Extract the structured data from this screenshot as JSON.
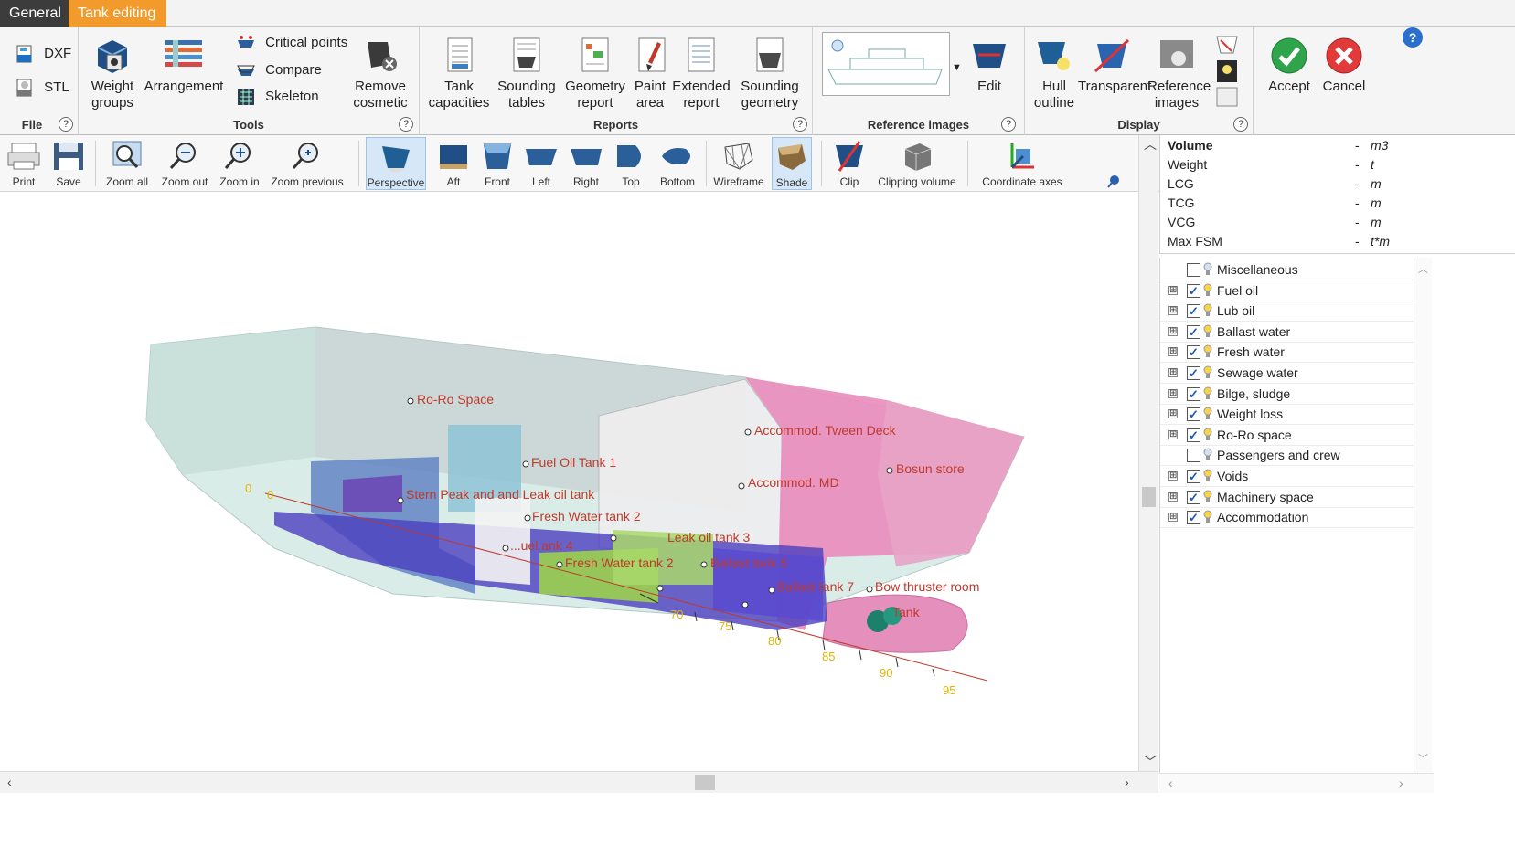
{
  "tabs": [
    {
      "label": "General"
    },
    {
      "label": "Tank editing"
    }
  ],
  "ribbon": {
    "file": {
      "dxf": "DXF",
      "stl": "STL",
      "label": "File"
    },
    "tools": {
      "weight_groups": "Weight groups",
      "arrangement": "Arrangement",
      "critical_points": "Critical points",
      "compare": "Compare",
      "skeleton": "Skeleton",
      "remove_cosmetic": "Remove cosmetic",
      "label": "Tools"
    },
    "reports": {
      "tank_capacities": "Tank capacities",
      "sounding_tables": "Sounding tables",
      "geometry_report": "Geometry report",
      "paint_area": "Paint area",
      "extended_report": "Extended report",
      "sounding_geometry": "Sounding geometry",
      "label": "Reports"
    },
    "reference_images": {
      "edit": "Edit",
      "label": "Reference images"
    },
    "display": {
      "hull_outline": "Hull outline",
      "transparent": "Transparent",
      "reference_images": "Reference images",
      "label": "Display"
    },
    "accept": "Accept",
    "cancel": "Cancel",
    "help_glyph": "?"
  },
  "view_toolbar": {
    "print": "Print",
    "save": "Save",
    "zoom_all": "Zoom all",
    "zoom_out": "Zoom out",
    "zoom_in": "Zoom in",
    "zoom_previous": "Zoom previous",
    "perspective": "Perspective",
    "aft": "Aft",
    "front": "Front",
    "left": "Left",
    "right": "Right",
    "top": "Top",
    "bottom": "Bottom",
    "wireframe": "Wireframe",
    "shade": "Shade",
    "clip": "Clip",
    "clipping_volume": "Clipping volume",
    "coordinate_axes": "Coordinate axes"
  },
  "viewport": {
    "labels": {
      "roro": "Ro-Ro Space",
      "accommod_tween": "Accommod. Tween Deck",
      "fuel_oil_1": "Fuel Oil Tank 1",
      "bosun": "Bosun store",
      "accommod_md": "Accommod. MD",
      "stern_peak": "Stern Peak and and Leak oil tank",
      "fresh_water_2a": "Fresh Water tank 2",
      "leak_oil_3": "Leak oil tank 3",
      "tank_4": "...uel ank 4",
      "fresh_water_2b": "Fresh Water tank 2",
      "ballast_5": "Ballast tank 5",
      "ballast_7": "Ballast tank 7",
      "bow_thruster": "Bow thruster room",
      "tank": "Tank"
    },
    "axis_ticks": [
      "0",
      "0",
      "70",
      "75",
      "80",
      "85",
      "90",
      "95"
    ]
  },
  "properties": [
    {
      "name": "Volume",
      "value": "-",
      "unit": "m3"
    },
    {
      "name": "Weight",
      "value": "-",
      "unit": "t"
    },
    {
      "name": "LCG",
      "value": "-",
      "unit": "m"
    },
    {
      "name": "TCG",
      "value": "-",
      "unit": "m"
    },
    {
      "name": "VCG",
      "value": "-",
      "unit": "m"
    },
    {
      "name": "Max FSM",
      "value": "-",
      "unit": "t*m"
    }
  ],
  "layers": [
    {
      "label": "Miscellaneous",
      "checked": false,
      "expandable": false
    },
    {
      "label": "Fuel oil",
      "checked": true,
      "expandable": true
    },
    {
      "label": "Lub oil",
      "checked": true,
      "expandable": true
    },
    {
      "label": "Ballast water",
      "checked": true,
      "expandable": true
    },
    {
      "label": "Fresh water",
      "checked": true,
      "expandable": true
    },
    {
      "label": "Sewage water",
      "checked": true,
      "expandable": true
    },
    {
      "label": "Bilge, sludge",
      "checked": true,
      "expandable": true
    },
    {
      "label": "Weight loss",
      "checked": true,
      "expandable": true
    },
    {
      "label": "Ro-Ro space",
      "checked": true,
      "expandable": true
    },
    {
      "label": "Passengers and crew",
      "checked": false,
      "expandable": false
    },
    {
      "label": "Voids",
      "checked": true,
      "expandable": true
    },
    {
      "label": "Machinery space",
      "checked": true,
      "expandable": true
    },
    {
      "label": "Accommodation",
      "checked": true,
      "expandable": true
    }
  ],
  "icons": {
    "expand": "⊞",
    "check": "✓",
    "help": "?"
  },
  "colors": {
    "tab_active": "#f39a2c",
    "tab_general": "#3c3c3c",
    "label_red": "#c0392b",
    "ticks": "#e0b400",
    "accept": "#2fa44a",
    "cancel": "#e03a3a"
  }
}
